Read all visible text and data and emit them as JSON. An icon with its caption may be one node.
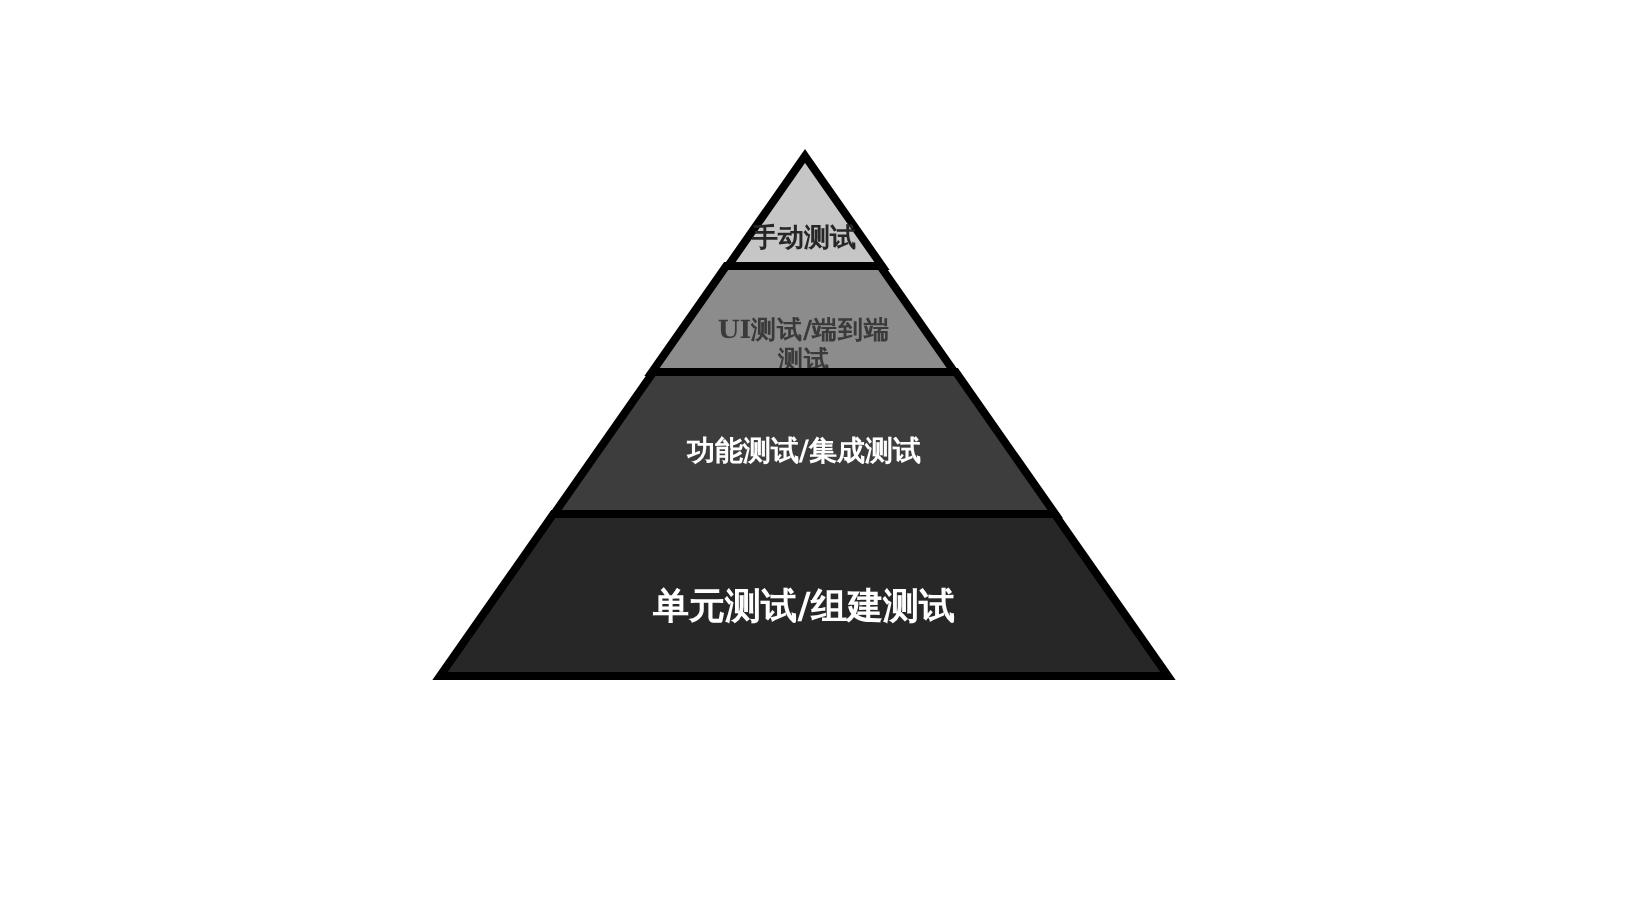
{
  "diagram": {
    "nodes": [
      {
        "text": [
          "手动测试"
        ]
      },
      {
        "text": [
          "UI测试/端到端测试"
        ]
      },
      {
        "text": [
          "功能测试/集成测试"
        ]
      },
      {
        "text": [
          "单元测试/组建测试"
        ]
      }
    ]
  }
}
